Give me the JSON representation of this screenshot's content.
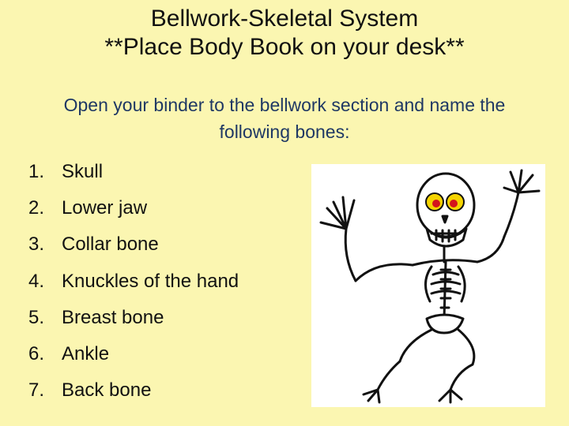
{
  "slide": {
    "title_line1": "Bellwork-Skeletal System",
    "title_line2": "**Place Body Book on your desk**",
    "instruction": "Open your binder to the bellwork section and name the following bones:",
    "bones": [
      {
        "number": "1.",
        "label": "Skull"
      },
      {
        "number": "2.",
        "label": "Lower jaw"
      },
      {
        "number": "3.",
        "label": "Collar bone"
      },
      {
        "number": "4.",
        "label": "Knuckles of the hand"
      },
      {
        "number": "5.",
        "label": "Breast bone"
      },
      {
        "number": "6.",
        "label": "Ankle"
      },
      {
        "number": "7.",
        "label": "Back bone"
      }
    ]
  },
  "colors": {
    "background": "#fbf6b1",
    "instruction_text": "#1f3864",
    "body_text": "#111111"
  },
  "illustration": {
    "icon": "dancing-skeleton-icon"
  }
}
